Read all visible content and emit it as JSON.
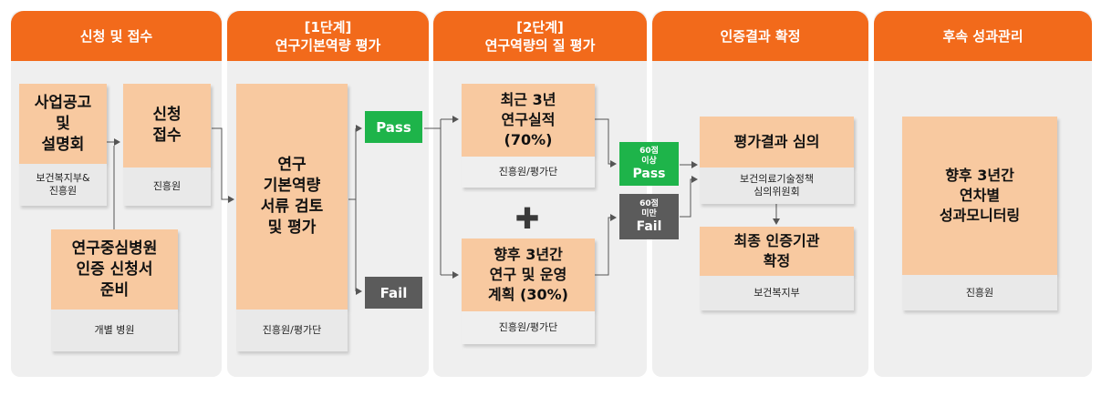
{
  "columns": [
    {
      "title_line1": "신청 및 접수",
      "title_line2": ""
    },
    {
      "title_line1": "[1단계]",
      "title_line2": "연구기본역량 평가"
    },
    {
      "title_line1": "[2단계]",
      "title_line2": "연구역량의 질 평가"
    },
    {
      "title_line1": "인증결과 확정",
      "title_line2": ""
    },
    {
      "title_line1": "후속 성과관리",
      "title_line2": ""
    }
  ],
  "step1": {
    "announce": {
      "l1": "사업공고",
      "l2": "및",
      "l3": "설명회",
      "org1": "보건복지부&",
      "org2": "진흥원"
    },
    "apply": {
      "l1": "신청",
      "l2": "접수",
      "org": "진흥원"
    },
    "prepare": {
      "l1": "연구중심병원",
      "l2": "인증 신청서",
      "l3": "준비",
      "org": "개별 병원"
    }
  },
  "step2": {
    "review": {
      "l1": "연구",
      "l2": "기본역량",
      "l3": "서류 검토",
      "l4": "및 평가",
      "org": "진흥원/평가단"
    },
    "pass": "Pass",
    "fail": "Fail"
  },
  "step3": {
    "recent": {
      "l1": "최근 3년",
      "l2": "연구실적",
      "l3": "(70%)",
      "org": "진흥원/평가단"
    },
    "plus": "✚",
    "plan": {
      "l1": "향후 3년간",
      "l2": "연구 및 운영",
      "l3": "계획 (30%)",
      "org": "진흥원/평가단"
    },
    "pass_score": "60점",
    "pass_cond": "이상",
    "pass": "Pass",
    "fail_score": "60점",
    "fail_cond": "미만",
    "fail": "Fail"
  },
  "step4": {
    "deliberation": {
      "title": "평가결과 심의",
      "org1": "보건의료기술정책",
      "org2": "심의위원회"
    },
    "final": {
      "l1": "최종 인증기관",
      "l2": "확정",
      "org": "보건복지부"
    }
  },
  "step5": {
    "monitor": {
      "l1": "향후 3년간",
      "l2": "연차별",
      "l3": "성과모니터링",
      "org": "진흥원"
    }
  },
  "colors": {
    "header": "#f26a1b",
    "box": "#f8c9a0",
    "pass": "#1eb44a",
    "fail": "#5b5b5b"
  }
}
